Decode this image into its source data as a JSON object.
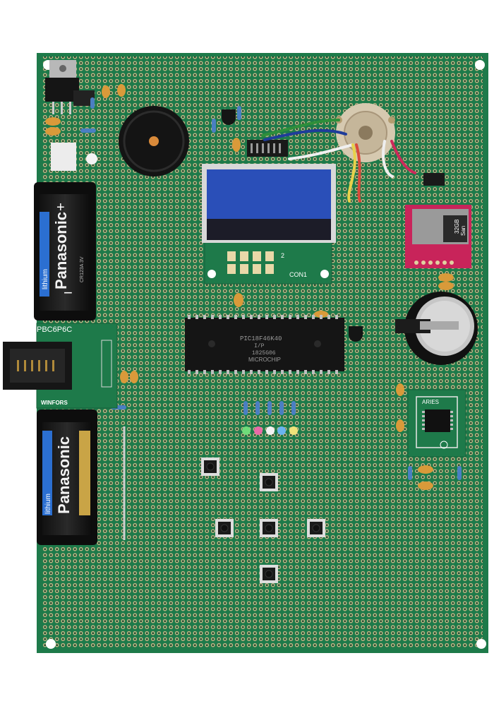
{
  "battery_top": {
    "brand": "Panasonic",
    "chem": "lithium",
    "plus": "+",
    "minus": "−",
    "side_text": "CR123A 3V"
  },
  "battery_bottom": {
    "brand": "Panasonic",
    "chem": "lithium"
  },
  "connector_board": {
    "label": "PBC6P6C",
    "maker": "WINFORS"
  },
  "mcu": {
    "line1": "PIC18F46K40",
    "line2": "I/P",
    "line3": "1825G06",
    "maker": "MICROCHIP"
  },
  "lcd": {
    "label": "CON1",
    "pin_num": "2"
  },
  "sd_module": {
    "card": "32GB",
    "card_brand": "San"
  },
  "aries_module": {
    "label": "ARIES"
  },
  "colors": {
    "pcb": "#1e7a4a",
    "lcd": "#2a4fb8",
    "sd_board": "#c8245a",
    "gold": "#b08a3a"
  }
}
